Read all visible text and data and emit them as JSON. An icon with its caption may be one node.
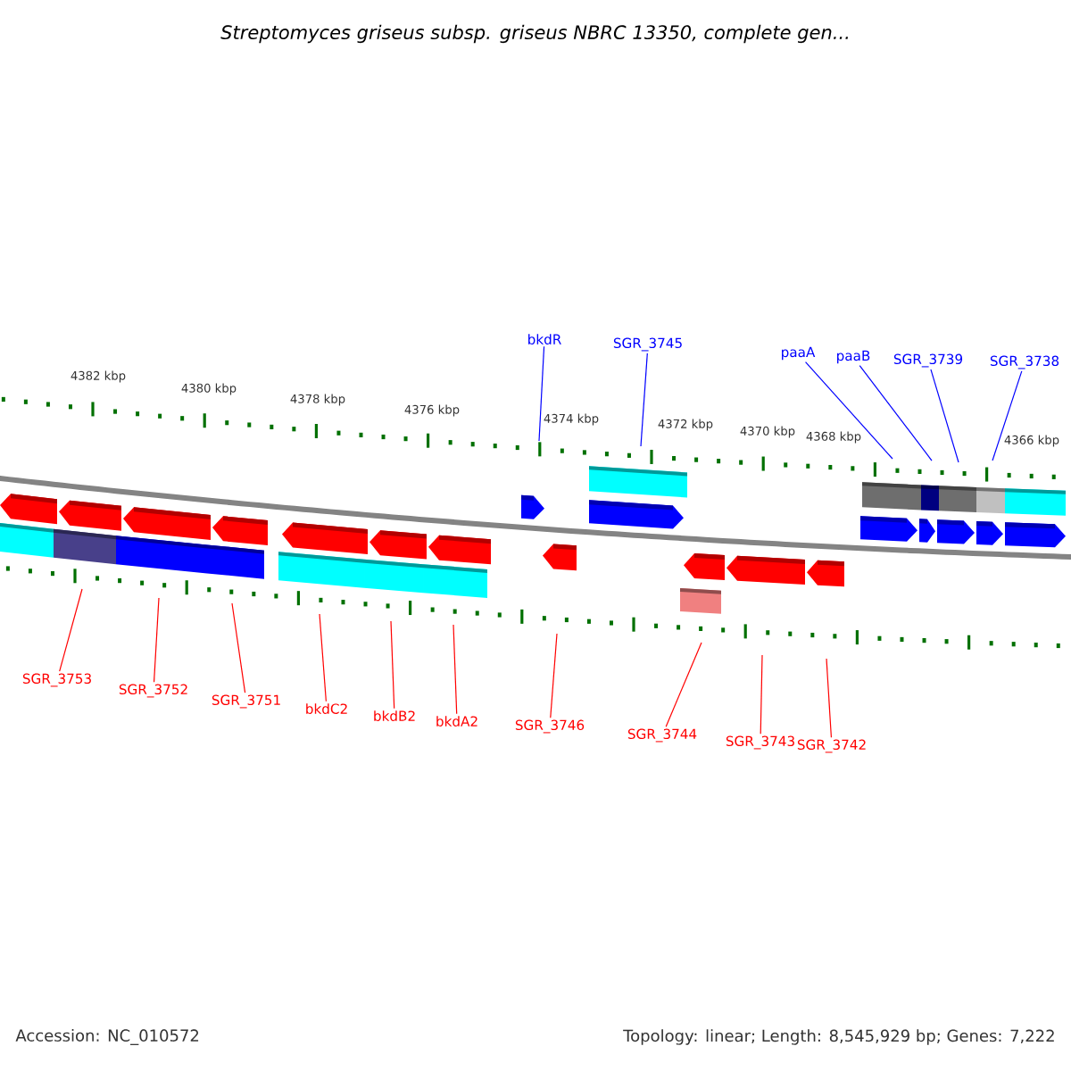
{
  "diagram": {
    "title": "Streptomyces griseus subsp. griseus NBRC 13350, complete gen...",
    "nodes": [
      {
        "text": [
          "bkdR"
        ]
      },
      {
        "text": [
          "SGR_3745"
        ]
      },
      {
        "text": [
          "paaA"
        ]
      },
      {
        "text": [
          "paaB"
        ]
      },
      {
        "text": [
          "SGR_3739"
        ]
      },
      {
        "text": [
          "SGR_3738"
        ]
      },
      {
        "text": [
          "SGR_3753"
        ]
      },
      {
        "text": [
          "SGR_3752"
        ]
      },
      {
        "text": [
          "SGR_3751"
        ]
      },
      {
        "text": [
          "bkdC2"
        ]
      },
      {
        "text": [
          "bkdB2"
        ]
      },
      {
        "text": [
          "bkdA2"
        ]
      },
      {
        "text": [
          "SGR_3746"
        ]
      },
      {
        "text": [
          "SGR_3744"
        ]
      },
      {
        "text": [
          "SGR_3743"
        ]
      },
      {
        "text": [
          "SGR_3742"
        ]
      }
    ],
    "edges": [
      {
        "from": 0,
        "to": null,
        "arrow": "none",
        "color": "#0000ff"
      },
      {
        "from": 1,
        "to": null,
        "arrow": "none",
        "color": "#0000ff"
      },
      {
        "from": 2,
        "to": null,
        "arrow": "none",
        "color": "#0000ff"
      },
      {
        "from": 3,
        "to": null,
        "arrow": "none",
        "color": "#0000ff"
      },
      {
        "from": 4,
        "to": null,
        "arrow": "none",
        "color": "#0000ff"
      },
      {
        "from": 5,
        "to": null,
        "arrow": "none",
        "color": "#0000ff"
      },
      {
        "from": 6,
        "to": null,
        "arrow": "none"
      },
      {
        "from": 7,
        "to": null,
        "arrow": "none"
      },
      {
        "from": 8,
        "to": null,
        "arrow": "none"
      },
      {
        "from": 9,
        "to": null,
        "arrow": "none"
      },
      {
        "from": 10,
        "to": null,
        "arrow": "none"
      },
      {
        "from": 11,
        "to": null,
        "arrow": "none"
      },
      {
        "from": 12,
        "to": null,
        "arrow": "none"
      },
      {
        "from": 13,
        "to": null,
        "arrow": "none"
      },
      {
        "from": 14,
        "to": null,
        "arrow": "none"
      },
      {
        "from": 15,
        "to": null,
        "arrow": "none"
      }
    ],
    "labels": [
      "4382 kbp",
      "4380 kbp",
      "4378 kbp",
      "4376 kbp",
      "4374 kbp",
      "4372 kbp",
      "4370 kbp",
      "4368 kbp",
      "4366 kbp",
      "Accession: NC_010572",
      "Topology: linear; Length: 8,545,929 bp; Genes: 7,222"
    ]
  }
}
